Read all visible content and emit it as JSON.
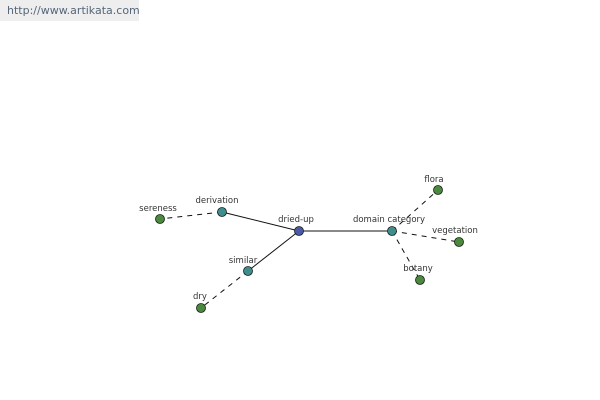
{
  "source_url": "http://www.artikata.com",
  "colors": {
    "center": "#4a5aa6",
    "hub": "#3f8e8e",
    "leaf": "#4a8a3c",
    "edge": "#111111",
    "label": "#333333"
  },
  "nodes": [
    {
      "id": "dried-up",
      "label": "dried-up",
      "kind": "center"
    },
    {
      "id": "derivation",
      "label": "derivation",
      "kind": "hub"
    },
    {
      "id": "similar",
      "label": "similar",
      "kind": "hub"
    },
    {
      "id": "domain-category",
      "label": "domain category",
      "kind": "hub"
    },
    {
      "id": "sereness",
      "label": "sereness",
      "kind": "leaf"
    },
    {
      "id": "dry",
      "label": "dry",
      "kind": "leaf"
    },
    {
      "id": "flora",
      "label": "flora",
      "kind": "leaf"
    },
    {
      "id": "vegetation",
      "label": "vegetation",
      "kind": "leaf"
    },
    {
      "id": "botany",
      "label": "botany",
      "kind": "leaf"
    }
  ],
  "edges": [
    {
      "from": "dried-up",
      "to": "derivation",
      "style": "solid"
    },
    {
      "from": "dried-up",
      "to": "similar",
      "style": "solid"
    },
    {
      "from": "dried-up",
      "to": "domain-category",
      "style": "solid"
    },
    {
      "from": "derivation",
      "to": "sereness",
      "style": "dashed"
    },
    {
      "from": "similar",
      "to": "dry",
      "style": "dashed"
    },
    {
      "from": "domain-category",
      "to": "flora",
      "style": "dashed"
    },
    {
      "from": "domain-category",
      "to": "vegetation",
      "style": "dashed"
    },
    {
      "from": "domain-category",
      "to": "botany",
      "style": "dashed"
    }
  ]
}
